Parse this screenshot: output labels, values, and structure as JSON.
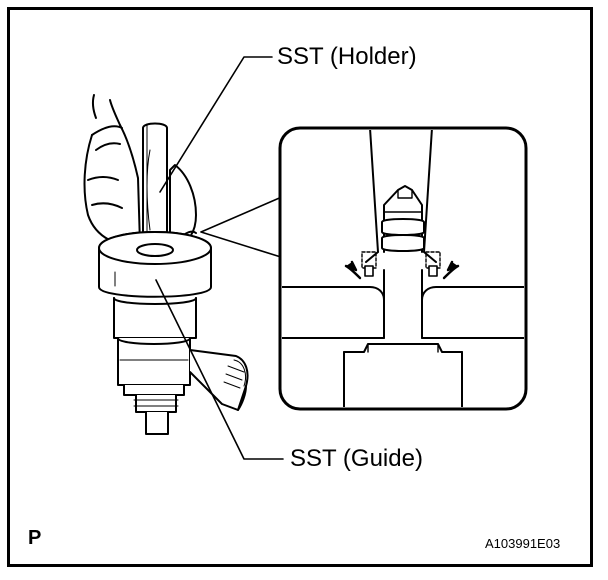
{
  "figure": {
    "callouts": {
      "holder": "SST (Holder)",
      "guide": "SST (Guide)"
    },
    "view_letter": "P",
    "figure_code": "A103991E03"
  },
  "icons": [
    "hand-icon",
    "injector-icon",
    "arrow-icon"
  ],
  "colors": {
    "ink": "#000000",
    "background": "#ffffff",
    "detail_fill": "#e6e6e6"
  }
}
